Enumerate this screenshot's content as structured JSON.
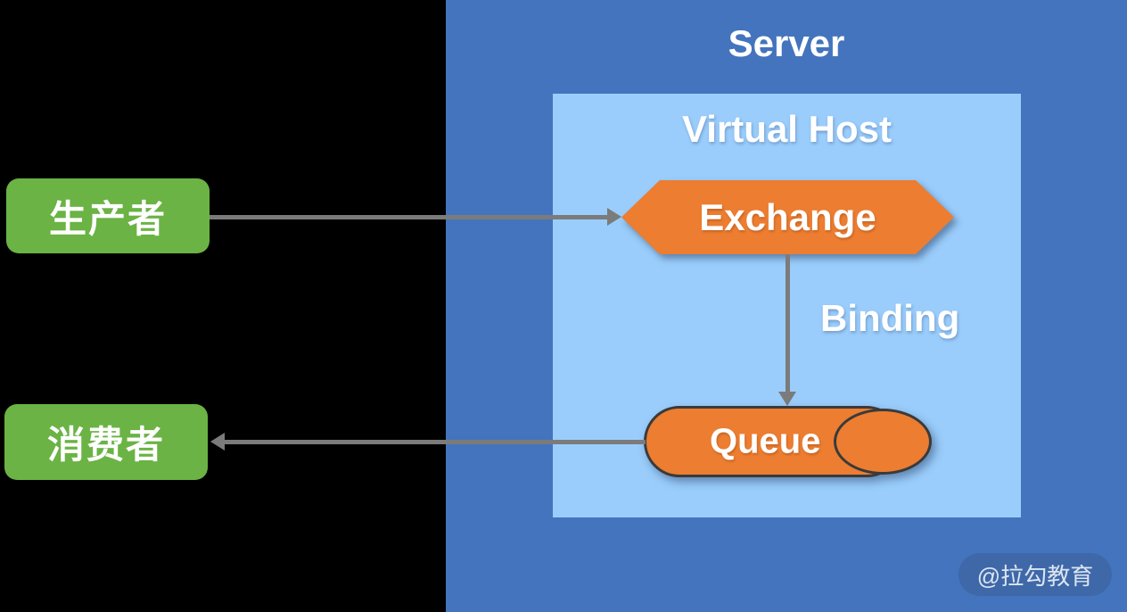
{
  "diagram": {
    "server": {
      "title": "Server"
    },
    "virtual_host": {
      "title": "Virtual Host"
    },
    "exchange": {
      "label": "Exchange"
    },
    "binding": {
      "label": "Binding"
    },
    "queue": {
      "label": "Queue"
    },
    "producer": {
      "label": "生产者"
    },
    "consumer": {
      "label": "消费者"
    }
  },
  "watermark": {
    "label": "@拉勾教育"
  },
  "colors": {
    "server_blue": "#4374bd",
    "vhost_blue": "#9acdfb",
    "node_orange": "#ec7d31",
    "producer_green": "#6ab344",
    "arrow_gray": "#7b7b7b",
    "queue_outline": "#3a3a3a",
    "watermark_blue": "#3e68a8",
    "watermark_text": "#dce5f1"
  }
}
